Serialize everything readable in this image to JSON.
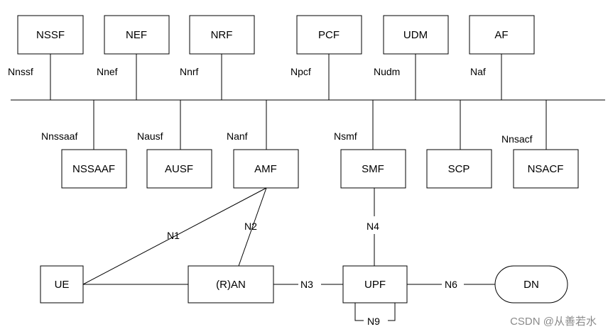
{
  "nodes": {
    "nssf": "NSSF",
    "nef": "NEF",
    "nrf": "NRF",
    "pcf": "PCF",
    "udm": "UDM",
    "af": "AF",
    "nssaaf": "NSSAAF",
    "ausf": "AUSF",
    "amf": "AMF",
    "smf": "SMF",
    "scp": "SCP",
    "nsacf": "NSACF",
    "ue": "UE",
    "ran": "(R)AN",
    "upf": "UPF",
    "dn": "DN"
  },
  "interfaces": {
    "nnssf": "Nnssf",
    "nnef": "Nnef",
    "nnrf": "Nnrf",
    "npcf": "Npcf",
    "nudm": "Nudm",
    "naf": "Naf",
    "nnssaaf": "Nnssaaf",
    "nausf": "Nausf",
    "namf": "Nanf",
    "nsmf": "Nsmf",
    "nnsacf": "Nnsacf",
    "n1": "N1",
    "n2": "N2",
    "n3": "N3",
    "n4": "N4",
    "n6": "N6",
    "n9": "N9"
  },
  "watermark": "CSDN @从善若水"
}
